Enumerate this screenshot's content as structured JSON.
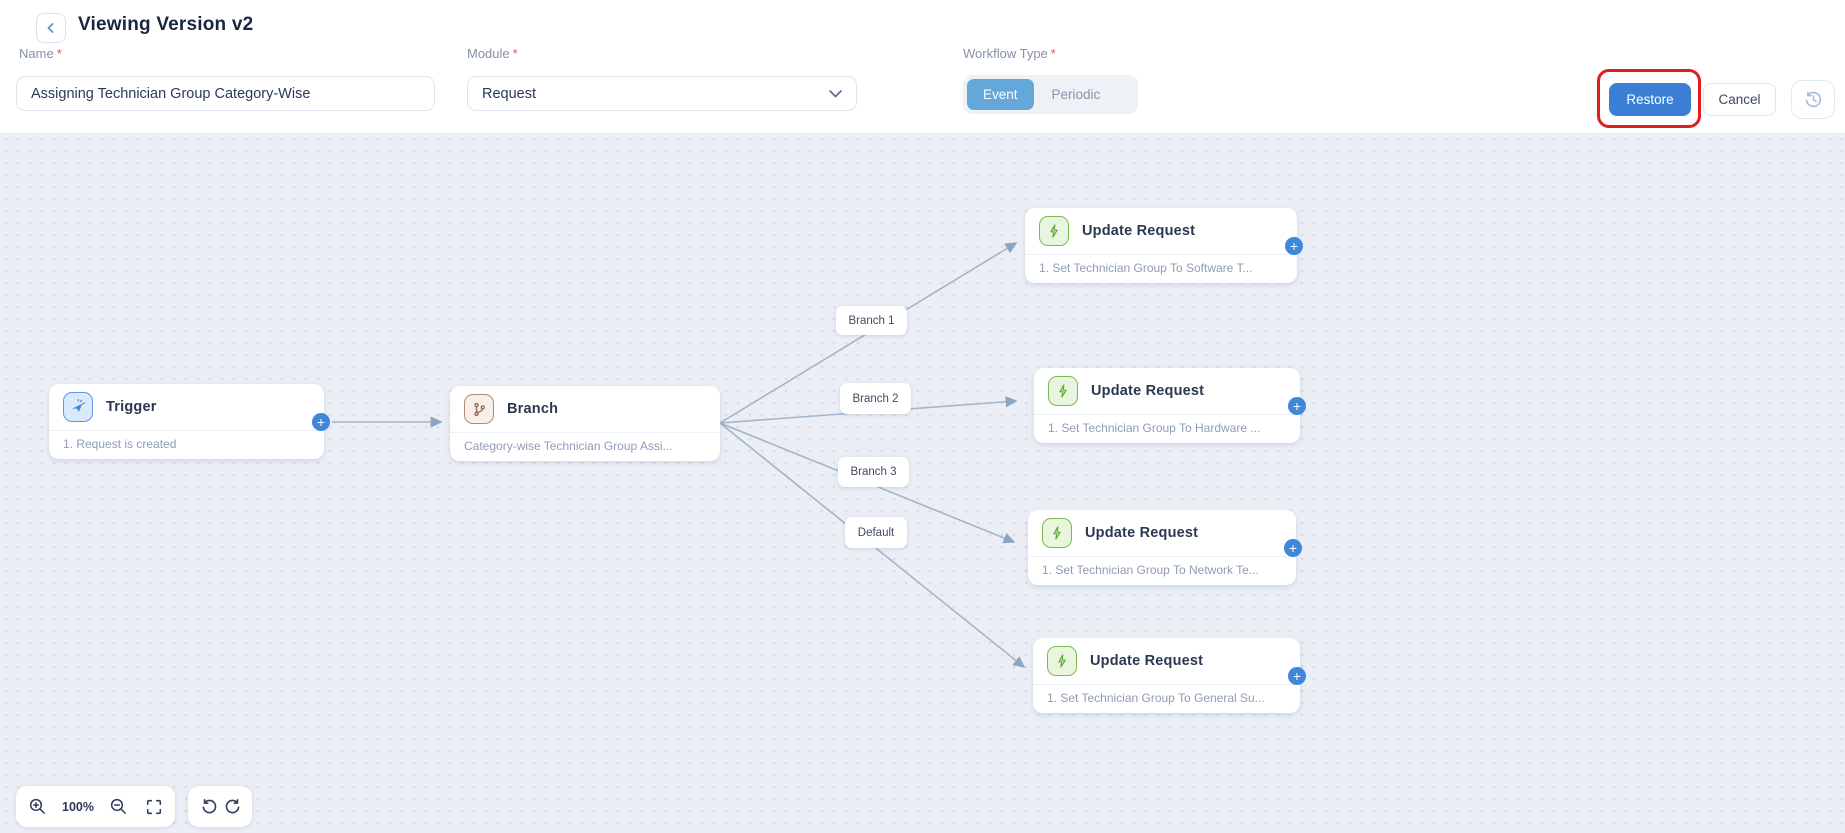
{
  "header": {
    "title": "Viewing Version v2",
    "required_marker": "*",
    "name_field": {
      "label": "Name",
      "value": "Assigning Technician Group Category-Wise"
    },
    "module_field": {
      "label": "Module",
      "value": "Request"
    },
    "workflow_type": {
      "label": "Workflow Type",
      "event": "Event",
      "periodic": "Periodic",
      "selected": "Event"
    },
    "restore_label": "Restore",
    "cancel_label": "Cancel"
  },
  "canvas": {
    "zoom_level": "100%",
    "nodes": {
      "trigger": {
        "title": "Trigger",
        "subtitle": "1. Request is created"
      },
      "branch": {
        "title": "Branch",
        "subtitle": "Category-wise Technician Group Assi..."
      },
      "update1": {
        "title": "Update Request",
        "subtitle": "1. Set Technician Group To Software T..."
      },
      "update2": {
        "title": "Update Request",
        "subtitle": "1. Set Technician Group To Hardware ..."
      },
      "update3": {
        "title": "Update Request",
        "subtitle": "1. Set Technician Group To Network Te..."
      },
      "update4": {
        "title": "Update Request",
        "subtitle": "1. Set Technician Group To General Su..."
      }
    },
    "branch_labels": {
      "b1": "Branch 1",
      "b2": "Branch 2",
      "b3": "Branch 3",
      "default": "Default"
    }
  },
  "icons": {
    "add": "+"
  },
  "colors": {
    "accent_blue": "#3b7fd4",
    "toggle_blue": "#63a7db",
    "annotation_red": "#e11d1d",
    "edge_gray_blue": "#a2b4cc",
    "trigger_icon_blue": "#4a86d4",
    "branch_icon_brown": "#9b6b51",
    "action_icon_green": "#62aa36",
    "canvas_bg": "#ebeff5"
  }
}
